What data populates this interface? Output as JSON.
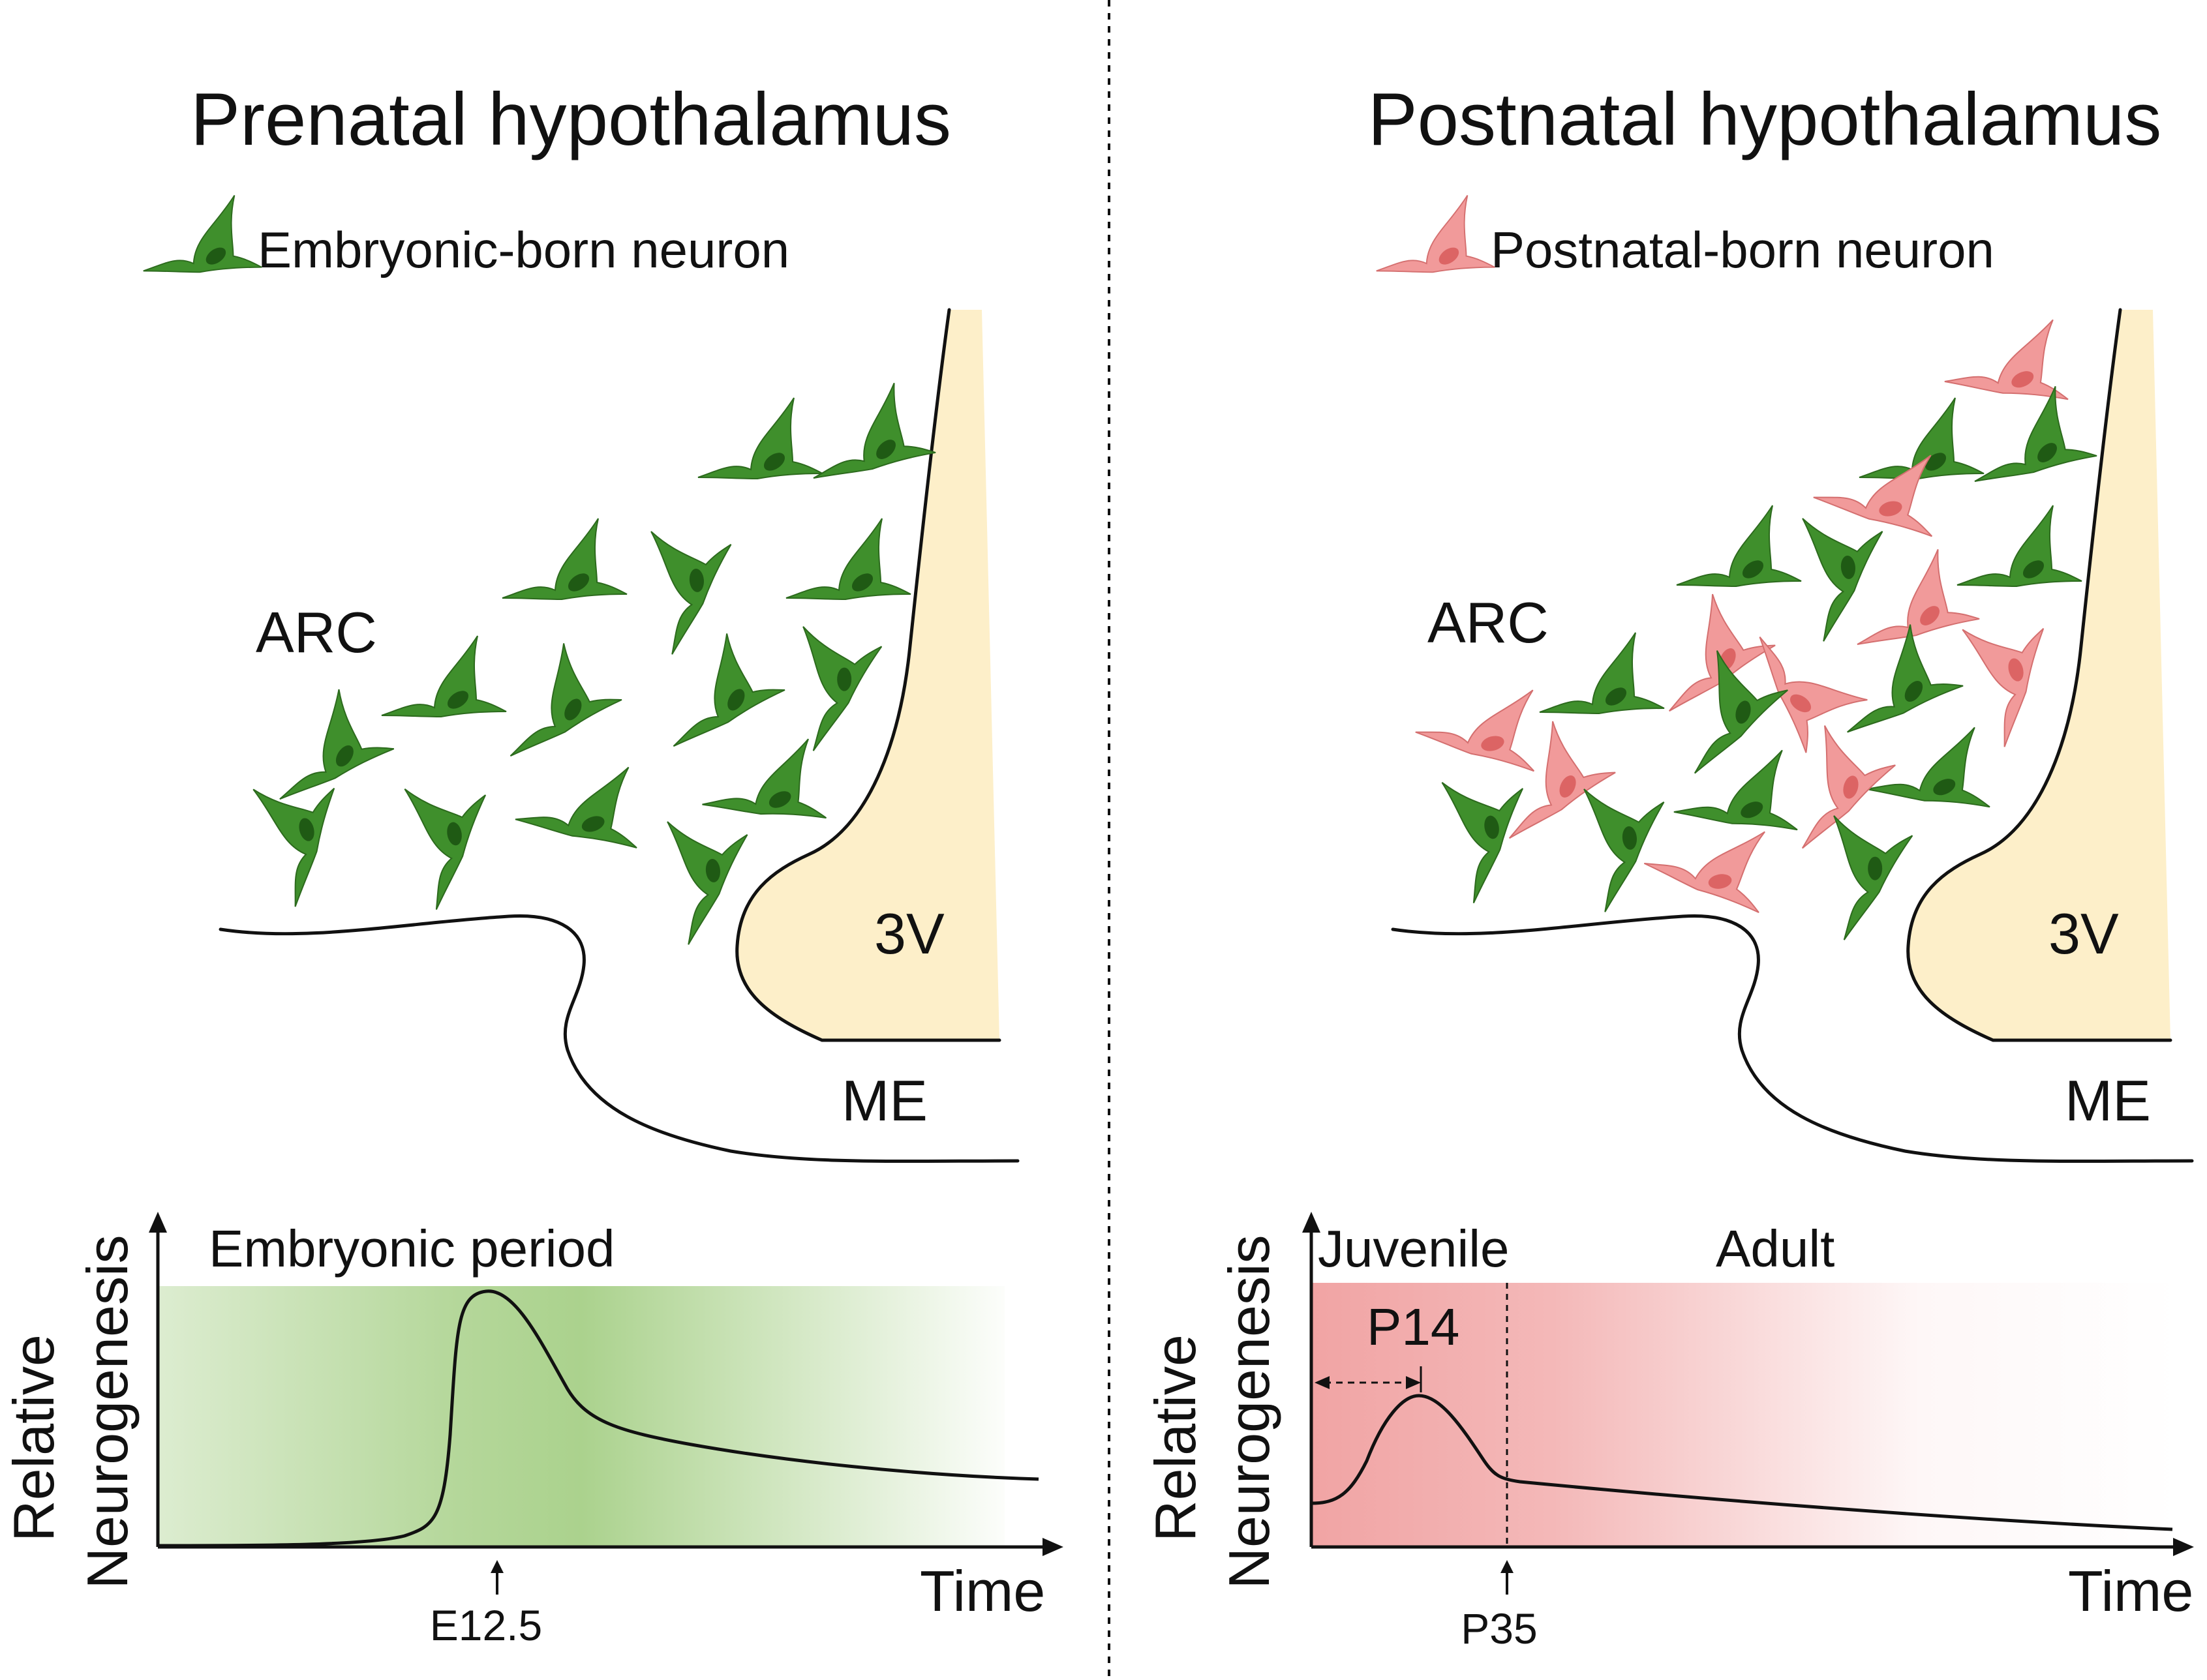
{
  "left_panel": {
    "title": "Prenatal hypothalamus",
    "legend_label": "Embryonic-born neuron",
    "region_arc": "ARC",
    "region_3v": "3V",
    "region_me": "ME",
    "chart": {
      "ylabel_line1": "Relative",
      "ylabel_line2": "Neurogenesis",
      "xlabel": "Time",
      "period_label": "Embryonic period",
      "marker_label": "E12.5"
    }
  },
  "right_panel": {
    "title": "Postnatal hypothalamus",
    "legend_label": "Postnatal-born neuron",
    "region_arc": "ARC",
    "region_3v": "3V",
    "region_me": "ME",
    "chart": {
      "ylabel_line1": "Relative",
      "ylabel_line2": "Neurogenesis",
      "xlabel": "Time",
      "period_juvenile": "Juvenile",
      "period_adult": "Adult",
      "peak_label": "P14",
      "marker_label": "P35"
    }
  },
  "colors": {
    "embryonic_neuron": "#3f8f2c",
    "postnatal_neuron": "#ef8f8f",
    "ventricle": "#fdefc9",
    "embryonic_band": "#9cca79",
    "postnatal_band": "#ef9a9a"
  },
  "icons": {
    "embryonic": "green-neuron-icon",
    "postnatal": "pink-neuron-icon"
  }
}
